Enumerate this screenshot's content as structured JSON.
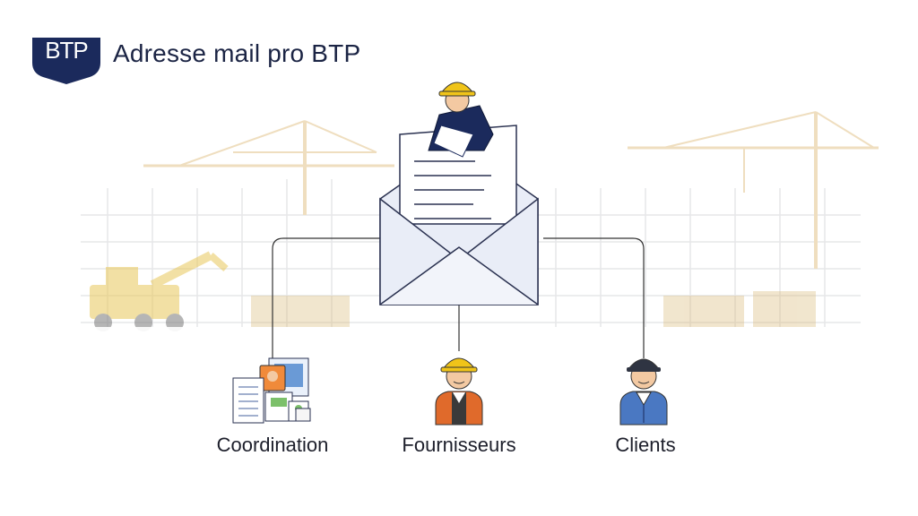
{
  "brand": {
    "logo_text": "BTP",
    "title": "Adresse mail pro BTP"
  },
  "nodes": [
    {
      "label": "Coordination"
    },
    {
      "label": "Fournisseurs"
    },
    {
      "label": "Clients"
    }
  ],
  "colors": {
    "navy": "#1b2a5c",
    "helmet": "#f0c419",
    "vest": "#e06a2b",
    "shirt_blue": "#4a78c2",
    "line": "#333333",
    "envelope_fill": "#e9edf7"
  },
  "icons": [
    "shield-logo-icon",
    "envelope-icon",
    "worker-icon",
    "documents-icon",
    "supplier-worker-icon",
    "client-icon",
    "crane-icon",
    "excavator-icon"
  ]
}
